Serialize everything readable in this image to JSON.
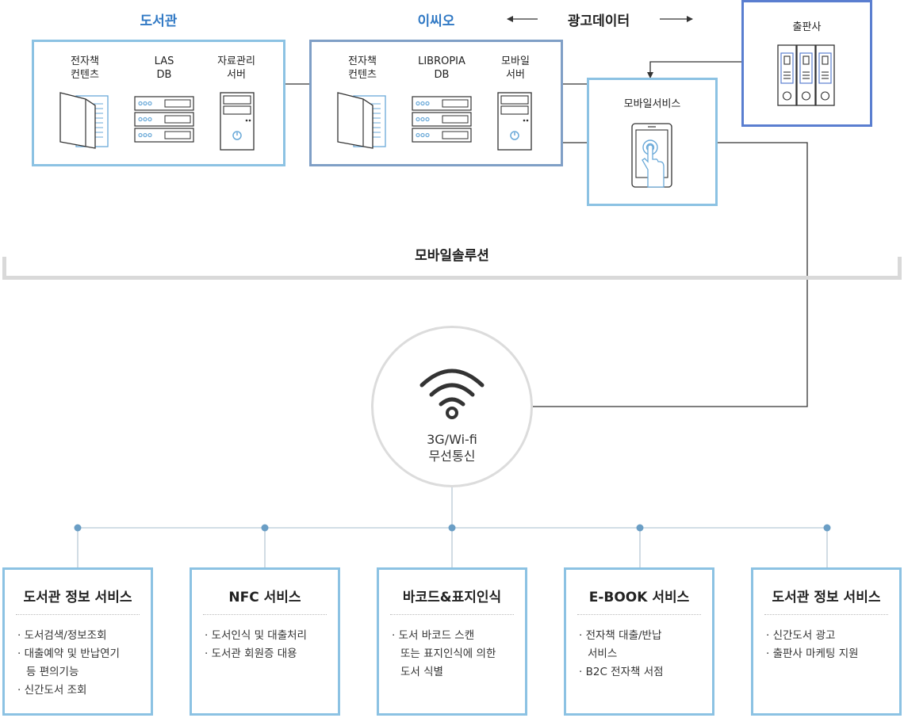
{
  "headers": {
    "library": "도서관",
    "eseo": "이씨오",
    "ad_data": "광고데이터"
  },
  "library": {
    "items": [
      {
        "line1": "전자책",
        "line2": "컨텐츠",
        "icon": "document-icon"
      },
      {
        "line1": "LAS",
        "line2": "DB",
        "icon": "database-server-icon"
      },
      {
        "line1": "자료관리",
        "line2": "서버",
        "icon": "tower-server-icon"
      }
    ]
  },
  "eseo": {
    "items": [
      {
        "line1": "전자책",
        "line2": "컨텐츠",
        "icon": "document-icon"
      },
      {
        "line1": "LIBROPIA",
        "line2": "DB",
        "icon": "database-server-icon"
      },
      {
        "line1": "모바일",
        "line2": "서버",
        "icon": "tower-server-icon"
      }
    ]
  },
  "publisher": {
    "label": "출판사",
    "icon": "binders-icon"
  },
  "mobile_service": {
    "label": "모바일서비스",
    "icon": "tablet-touch-icon"
  },
  "mobile_solution": {
    "label": "모바일솔루션"
  },
  "wireless": {
    "line1": "3G/Wi-fi",
    "line2": "무선통신",
    "icon": "wifi-icon"
  },
  "services": [
    {
      "title": "도서관 정보 서비스",
      "items": [
        {
          "lines": [
            "도서검색/정보조회"
          ]
        },
        {
          "lines": [
            "대출예약 및 반납연기",
            "등 편의기능"
          ]
        },
        {
          "lines": [
            "신간도서 조회"
          ]
        }
      ]
    },
    {
      "title": "NFC 서비스",
      "items": [
        {
          "lines": [
            "도서인식 및 대출처리"
          ]
        },
        {
          "lines": [
            "도서관 회원증 대용"
          ]
        }
      ]
    },
    {
      "title": "바코드&표지인식",
      "items": [
        {
          "lines": [
            "도서 바코드 스캔",
            "또는 표지인식에 의한",
            "도서 식별"
          ]
        }
      ]
    },
    {
      "title": "E-BOOK 서비스",
      "items": [
        {
          "lines": [
            "전자책 대출/반납",
            "서비스"
          ]
        },
        {
          "lines": [
            "B2C 전자책 서점"
          ]
        }
      ]
    },
    {
      "title": "도서관 정보 서비스",
      "items": [
        {
          "lines": [
            "신간도서 광고"
          ]
        },
        {
          "lines": [
            "출판사 마케팅 지원"
          ]
        }
      ]
    }
  ],
  "colors": {
    "accent_blue": "#2f78c4",
    "box_light": "#8cc2e3",
    "box_mid": "#7f9fc6",
    "box_dark": "#5a7ed0",
    "dot": "#6a9ec5"
  }
}
